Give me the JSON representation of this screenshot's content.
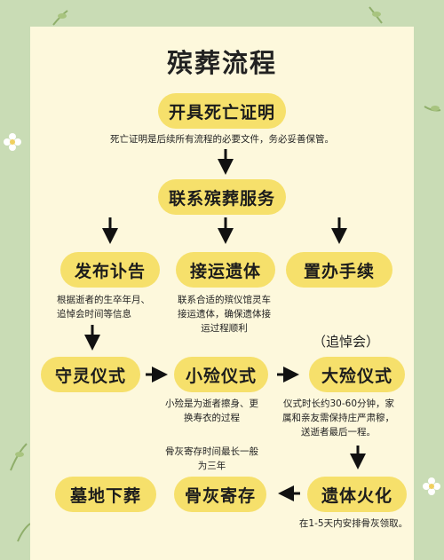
{
  "title": "殡葬流程",
  "steps": {
    "certificate": "开具死亡证明",
    "contact": "联系殡葬服务",
    "obituary": "发布讣告",
    "pickup": "接运遗体",
    "procedures": "置办手续",
    "vigil": "守灵仪式",
    "small_encoffin": "小殓仪式",
    "big_encoffin": "大殓仪式",
    "cremation": "遗体火化",
    "ash_storage": "骨灰寄存",
    "burial": "墓地下葬"
  },
  "notes": {
    "certificate": "死亡证明是后续所有流程的必要文件，务必妥善保管。",
    "obituary": [
      "根据逝者的生卒年月、",
      "追悼会时间等信息"
    ],
    "pickup": [
      "联系合适的殡仪馆灵车",
      "接运遗体，确保遗体接",
      "运过程顺利"
    ],
    "memorial": "（追悼会）",
    "small_encoffin": [
      "小殓是为逝者擦身、更",
      "换寿衣的过程"
    ],
    "big_encoffin": [
      "仪式时长约30-60分钟，家",
      "属和亲友需保持庄严肃穆，",
      "送逝者最后一程。"
    ],
    "ash_storage": [
      "骨灰寄存时间最长一般",
      "为三年"
    ],
    "cremation": "在1-5天内安排骨灰领取。"
  },
  "colors": {
    "background": "#c9dcb5",
    "card": "#fdf8dc",
    "pill": "#f6e06b",
    "arrow": "#111111"
  }
}
